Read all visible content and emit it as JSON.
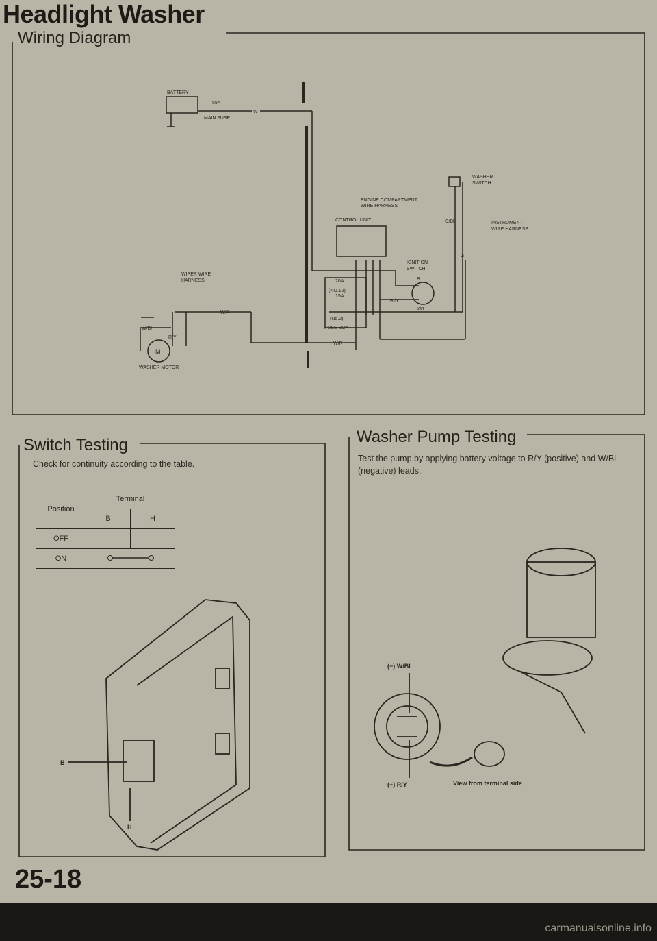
{
  "page_title": "Headlight Washer",
  "page_number": "25-18",
  "wiring": {
    "title": "Wiring Diagram",
    "labels": {
      "battery": "BATTERY",
      "main_fuse_rating": "55A",
      "main_fuse": "MAIN FUSE",
      "w": "W",
      "engine_harness_1": "ENGINE COMPARTMENT",
      "engine_harness_2": "WIRE HARNESS",
      "control_unit": "CONTROL UNIT",
      "washer_switch_1": "WASHER",
      "washer_switch_2": "SWITCH",
      "g_bl": "G/Bl",
      "instrument_harness_1": "INSTRUMENT",
      "instrument_harness_2": "WIRE HARNESS",
      "g": "G",
      "ignition_switch_1": "IGNITION",
      "ignition_switch_2": "SWITCH",
      "b": "B",
      "ig1": "IG1",
      "bl_y": "Bl/Y",
      "fuse_20a": "20A",
      "fuse_no12": "(NO.12)",
      "fuse_15a": "15A",
      "fuse_no2": "(No.2)",
      "fuse_box": "FUSE BOX",
      "wiper_harness_1": "WIPER WIRE",
      "wiper_harness_2": "HARNESS",
      "w_r": "W/R",
      "w_bl": "W/Bl",
      "r_y": "R/Y",
      "motor": "M",
      "washer_motor": "WASHER MOTOR"
    }
  },
  "switch_testing": {
    "title": "Switch Testing",
    "instruction": "Check for continuity according to the table.",
    "table": {
      "position_header": "Position",
      "terminal_header": "Terminal",
      "columns": [
        "B",
        "H"
      ],
      "rows": [
        "OFF",
        "ON"
      ]
    },
    "labels": {
      "b": "B",
      "h": "H"
    }
  },
  "pump_testing": {
    "title": "Washer Pump Testing",
    "instruction": "Test the pump by applying battery voltage to R/Y (positive) and W/Bl (negative) leads.",
    "labels": {
      "negative": "(−) W/Bl",
      "positive": "(+) R/Y",
      "view": "View from terminal side"
    }
  },
  "watermark": "carmanualsonline.info"
}
